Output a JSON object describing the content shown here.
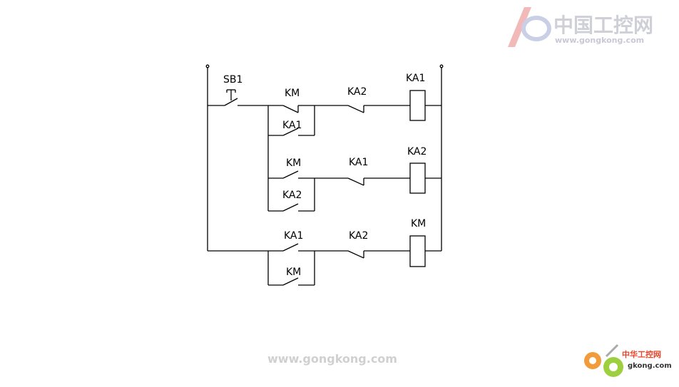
{
  "watermark_top": {
    "brand_cn": "中国工控网",
    "url": "www.gongkong.com"
  },
  "watermark_footer": "www.gongkong.com",
  "watermark_corner": {
    "brand_cn": "中华工控网",
    "url": "gkong.com"
  },
  "circuit": {
    "rung1": {
      "switch": "SB1",
      "contact_nc": "KM",
      "contact_no": "KA1",
      "contact_nc2": "KA2",
      "coil": "KA1"
    },
    "rung2": {
      "contact_no": "KM",
      "contact_no2": "KA2",
      "contact_nc": "KA1",
      "coil": "KA2"
    },
    "rung3": {
      "contact_no": "KA1",
      "contact_no2": "KM",
      "contact_nc": "KA2",
      "coil": "KM"
    }
  }
}
